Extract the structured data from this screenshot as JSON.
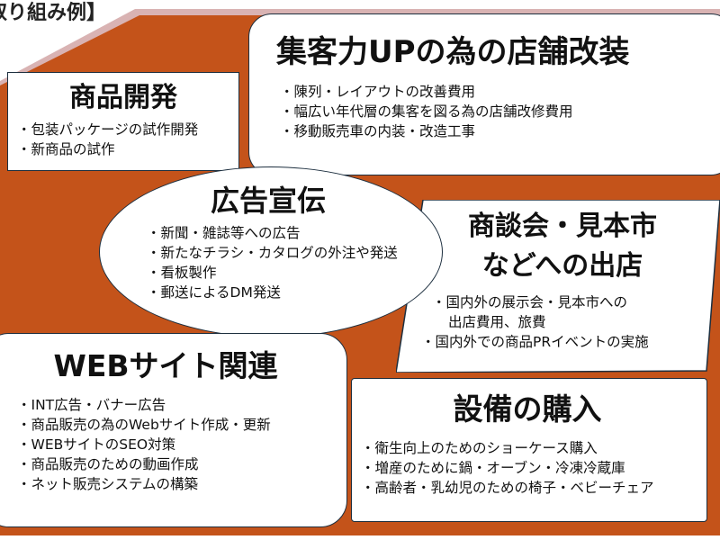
{
  "heading": "取り組み例】",
  "colors": {
    "background": "#c4531a",
    "box": "#ffffff",
    "border": "#1d2f3f"
  },
  "product": {
    "title": "商品開発",
    "items": [
      "包装パッケージの試作開発",
      "新商品の試作"
    ]
  },
  "store": {
    "title": "集客力UPの為の店舗改装",
    "items": [
      "陳列・レイアウトの改善費用",
      "幅広い年代層の集客を図る為の店舗改修費用",
      "移動販売車の内装・改造工事"
    ]
  },
  "ad": {
    "title": "広告宣伝",
    "items": [
      "新聞・雑誌等への広告",
      "新たなチラシ・カタログの外注や発送",
      "看板製作",
      "郵送によるDM発送"
    ]
  },
  "fair": {
    "title_line1": "商談会・見本市",
    "title_line2": "などへの出店",
    "items": [
      "国内外の展示会・見本市への",
      "国内外での商品PRイベントの実施"
    ],
    "item1_cont": "出店費用、旅費"
  },
  "web": {
    "title": "WEBサイト関連",
    "items": [
      "INT広告・バナー広告",
      "商品販売の為のWebサイト作成・更新",
      "WEBサイトのSEO対策",
      "商品販売のための動画作成",
      "ネット販売システムの構築"
    ]
  },
  "equip": {
    "title": "設備の購入",
    "items": [
      "衛生向上のためのショーケース購入",
      "増産のために鍋・オーブン・冷凍冷蔵庫",
      "高齢者・乳幼児のための椅子・ベビーチェア"
    ]
  }
}
